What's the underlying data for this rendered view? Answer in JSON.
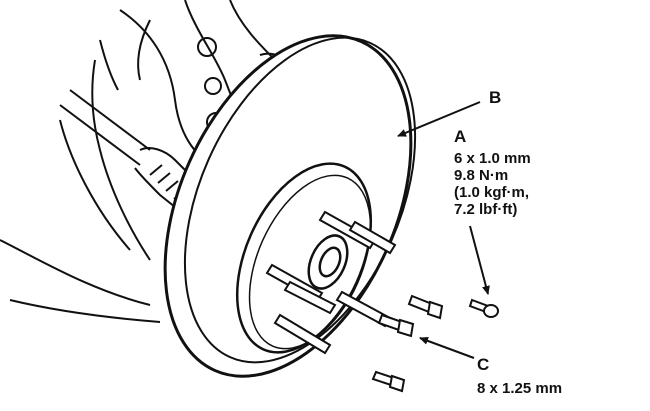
{
  "labels": {
    "b": "B",
    "a": "A",
    "a_spec": [
      "6 x 1.0 mm",
      "9.8 N·m",
      "(1.0 kgf·m,",
      "7.2 lbf·ft)"
    ],
    "c": "C",
    "c_spec": "8 x 1.25 mm"
  },
  "colors": {
    "ink": "#111111",
    "paper": "#ffffff"
  }
}
